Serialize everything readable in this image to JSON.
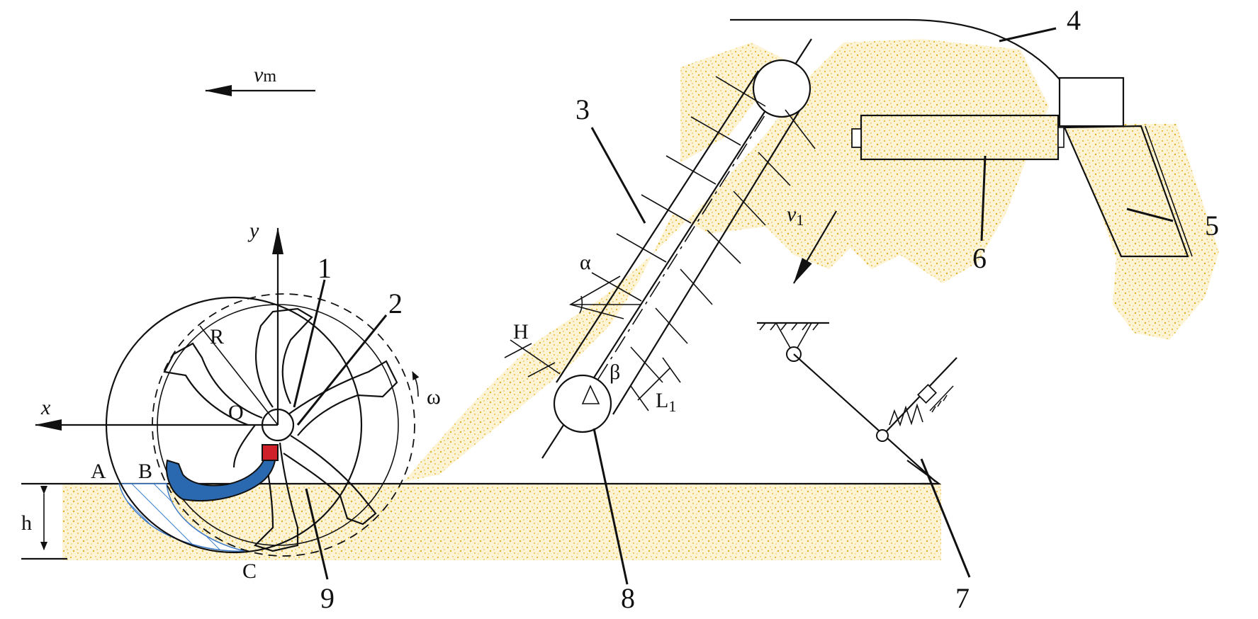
{
  "figure": {
    "part_numbers": [
      "1",
      "2",
      "3",
      "4",
      "5",
      "6",
      "7",
      "8",
      "9"
    ],
    "axes": {
      "x": "x",
      "y": "y",
      "origin": "O"
    },
    "symbols": {
      "machine_velocity": "v",
      "machine_velocity_sub": "m",
      "soil_velocity": "v",
      "soil_velocity_sub": "1",
      "radius": "R",
      "angular_velocity": "ω",
      "depth": "h",
      "angle_alpha": "α",
      "angle_beta": "β",
      "height": "H",
      "length": "L",
      "length_sub": "1"
    },
    "points": [
      "A",
      "B",
      "C"
    ]
  },
  "colors": {
    "soil": "#f2c94c",
    "blade_highlight": "#2a68b0",
    "blade_mount": "#d0202a",
    "hatch": "#3a78c8"
  }
}
